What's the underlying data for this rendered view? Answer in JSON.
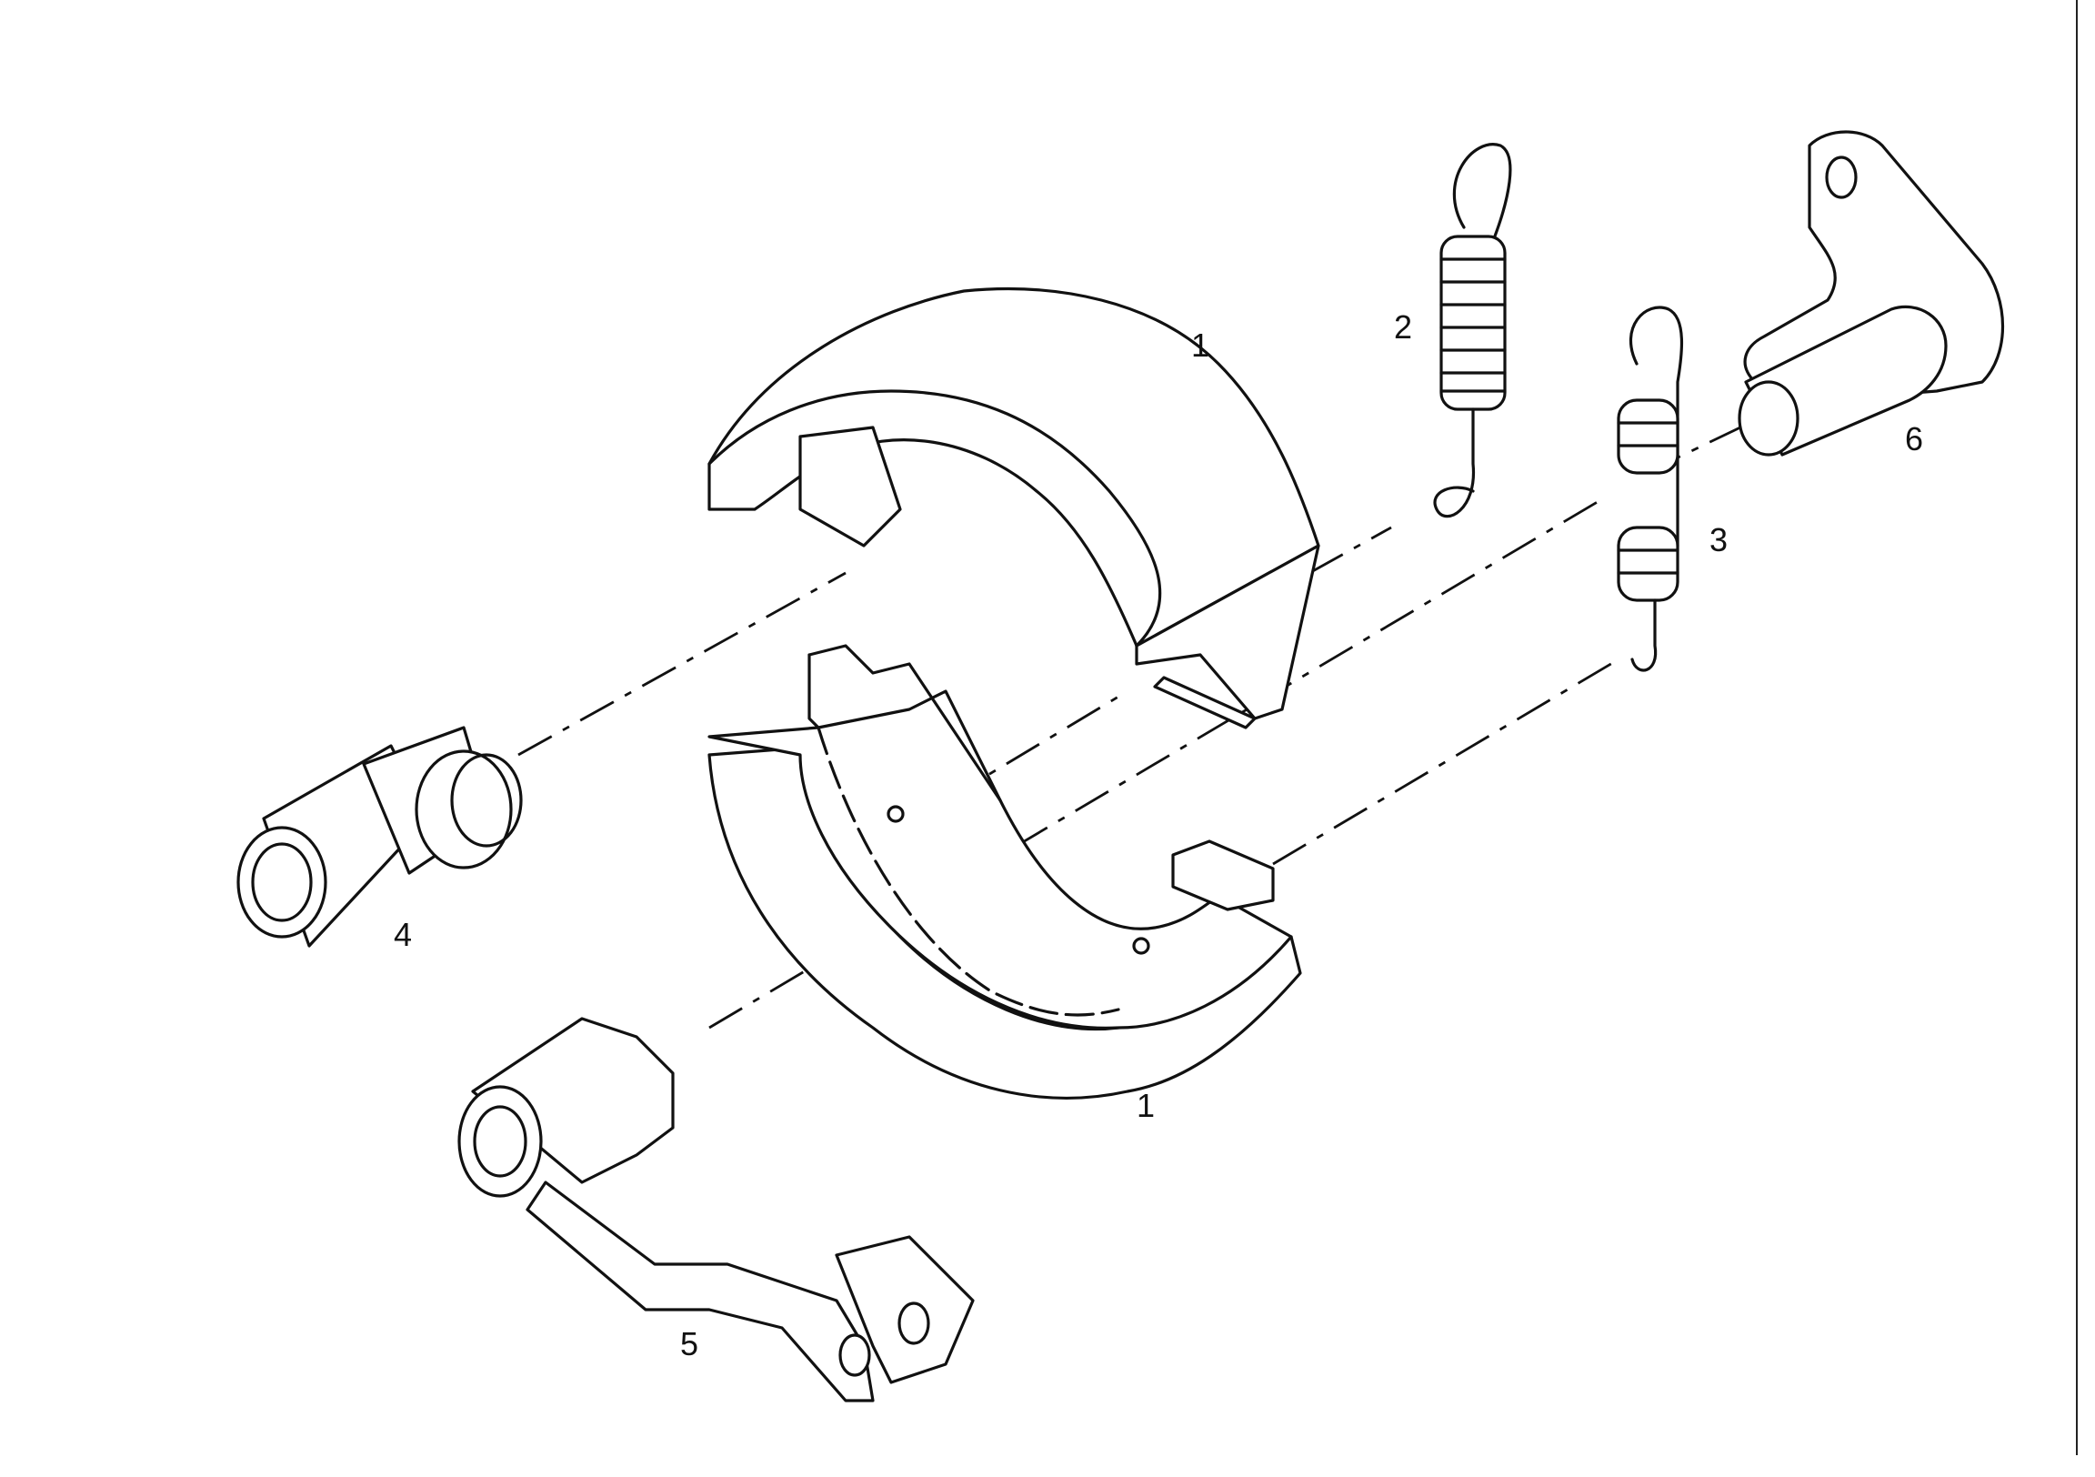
{
  "callouts": {
    "shoe_upper": "1",
    "shoe_lower": "1",
    "spring_upper": "2",
    "spring_lower": "3",
    "adjuster": "4",
    "lever": "5",
    "anchor_plate": "6"
  },
  "colors": {
    "line": "#111111",
    "background": "#ffffff"
  }
}
